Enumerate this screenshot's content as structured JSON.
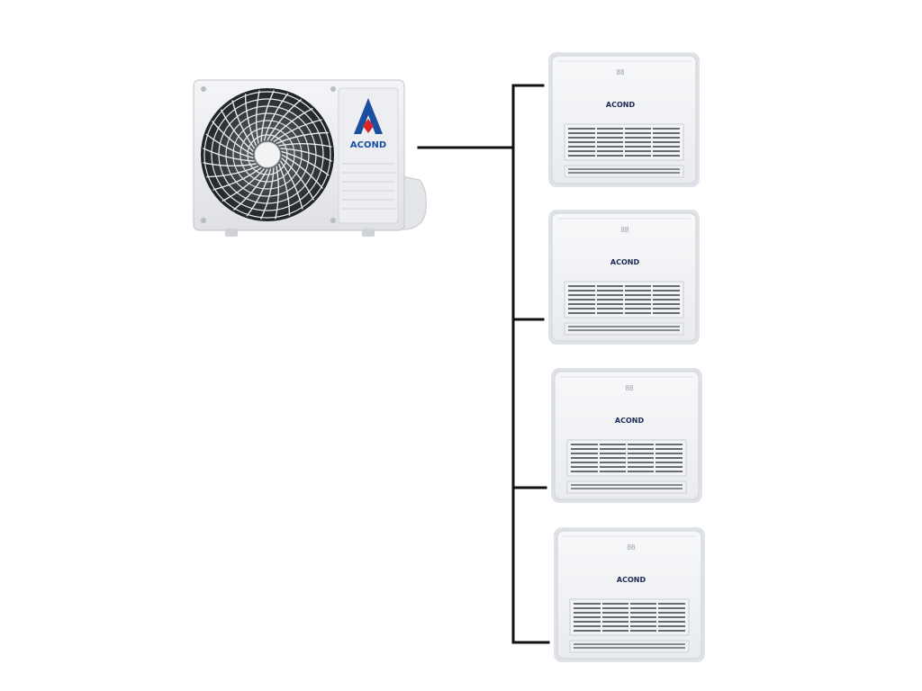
{
  "outdoor_unit": {
    "brand": "ACOND",
    "colors": {
      "body": "#ecedef",
      "logo_blue": "#1a4fa0",
      "logo_red": "#d8262d",
      "fan": "#2a2d33"
    }
  },
  "indoor_units": [
    {
      "brand": "ACOND",
      "display": "88"
    },
    {
      "brand": "ACOND",
      "display": "88"
    },
    {
      "brand": "ACOND",
      "display": "88"
    },
    {
      "brand": "ACOND",
      "display": "88"
    }
  ],
  "piping": {
    "color": "#111111"
  }
}
